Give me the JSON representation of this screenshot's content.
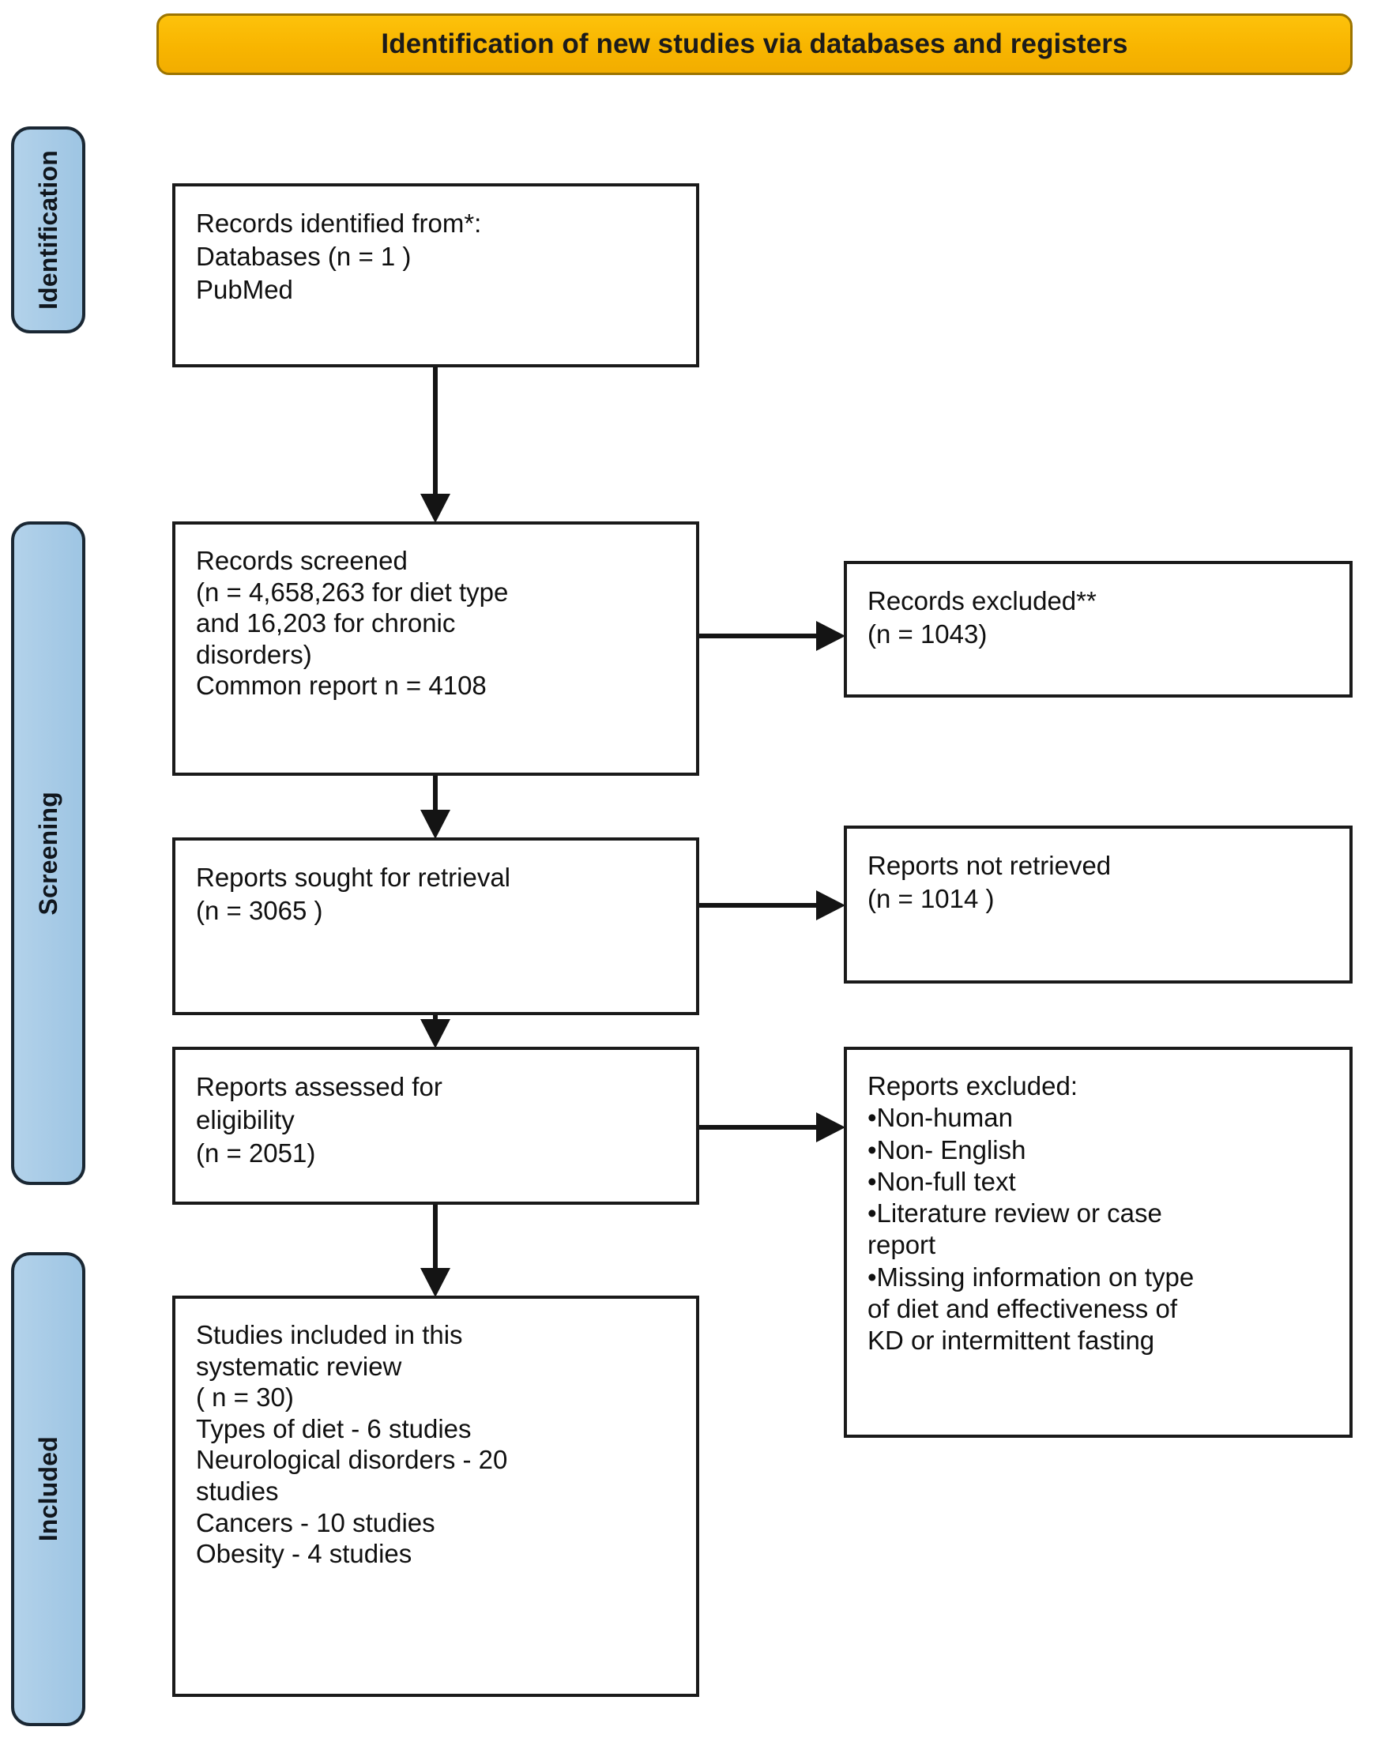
{
  "header": {
    "title": "Identification of new studies via databases and registers",
    "accent_color": "#F8B500",
    "border_color": "#9c7400"
  },
  "stages": {
    "accent_color": "#A9CCE7",
    "border_color": "#1a2733",
    "identification": "Identification",
    "screening": "Screening",
    "included": "Included"
  },
  "boxes": {
    "identified": "Records identified from*:\nDatabases (n = 1 )\nPubMed",
    "screened": "Records screened\n(n = 4,658,263 for diet type\nand 16,203 for chronic\ndisorders)\nCommon report n = 4108",
    "records_excluded": "Records excluded**\n(n = 1043)",
    "sought": "Reports sought for retrieval\n(n = 3065 )",
    "not_retrieved": "Reports not retrieved\n(n = 1014 )",
    "assessed": "Reports assessed for\neligibility\n(n = 2051)",
    "reports_excluded": "Reports excluded:\n•Non-human\n•Non- English\n•Non-full text\n•Literature review or case\nreport\n•Missing information on type\nof diet and effectiveness of\nKD or intermittent fasting",
    "included": "Studies included in this\nsystematic review\n( n = 30)\nTypes of diet - 6 studies\nNeurological disorders - 20\nstudies\nCancers - 10 studies\nObesity - 4 studies"
  },
  "chart_data": {
    "type": "diagram",
    "title": "Identification of new studies via databases and registers",
    "diagram_kind": "PRISMA flow diagram",
    "stages": [
      "Identification",
      "Screening",
      "Included"
    ],
    "nodes": [
      {
        "id": "identified",
        "stage": "Identification",
        "column": "left",
        "label": "Records identified from*: Databases (n = 1 ) PubMed",
        "n": 1
      },
      {
        "id": "screened",
        "stage": "Screening",
        "column": "left",
        "label": "Records screened",
        "n_diet_type": 4658263,
        "n_chronic_disorders": 16203,
        "common_report": 4108
      },
      {
        "id": "records_excluded",
        "stage": "Screening",
        "column": "right",
        "label": "Records excluded**",
        "n": 1043
      },
      {
        "id": "sought",
        "stage": "Screening",
        "column": "left",
        "label": "Reports sought for retrieval",
        "n": 3065
      },
      {
        "id": "not_retrieved",
        "stage": "Screening",
        "column": "right",
        "label": "Reports not retrieved",
        "n": 1014
      },
      {
        "id": "assessed",
        "stage": "Screening",
        "column": "left",
        "label": "Reports assessed for eligibility",
        "n": 2051
      },
      {
        "id": "reports_excluded",
        "stage": "Screening",
        "column": "right",
        "label": "Reports excluded",
        "reasons": [
          "Non-human",
          "Non- English",
          "Non-full text",
          "Literature review or case report",
          "Missing information on type of diet and effectiveness of KD or intermittent fasting"
        ]
      },
      {
        "id": "included",
        "stage": "Included",
        "column": "left",
        "label": "Studies included in this systematic review",
        "n": 30,
        "breakdown": [
          {
            "category": "Types of diet",
            "studies": 6
          },
          {
            "category": "Neurological disorders",
            "studies": 20
          },
          {
            "category": "Cancers",
            "studies": 10
          },
          {
            "category": "Obesity",
            "studies": 4
          }
        ]
      }
    ],
    "edges": [
      {
        "from": "identified",
        "to": "screened",
        "direction": "down"
      },
      {
        "from": "screened",
        "to": "records_excluded",
        "direction": "right"
      },
      {
        "from": "screened",
        "to": "sought",
        "direction": "down"
      },
      {
        "from": "sought",
        "to": "not_retrieved",
        "direction": "right"
      },
      {
        "from": "sought",
        "to": "assessed",
        "direction": "down"
      },
      {
        "from": "assessed",
        "to": "reports_excluded",
        "direction": "right"
      },
      {
        "from": "assessed",
        "to": "included",
        "direction": "down"
      }
    ]
  }
}
